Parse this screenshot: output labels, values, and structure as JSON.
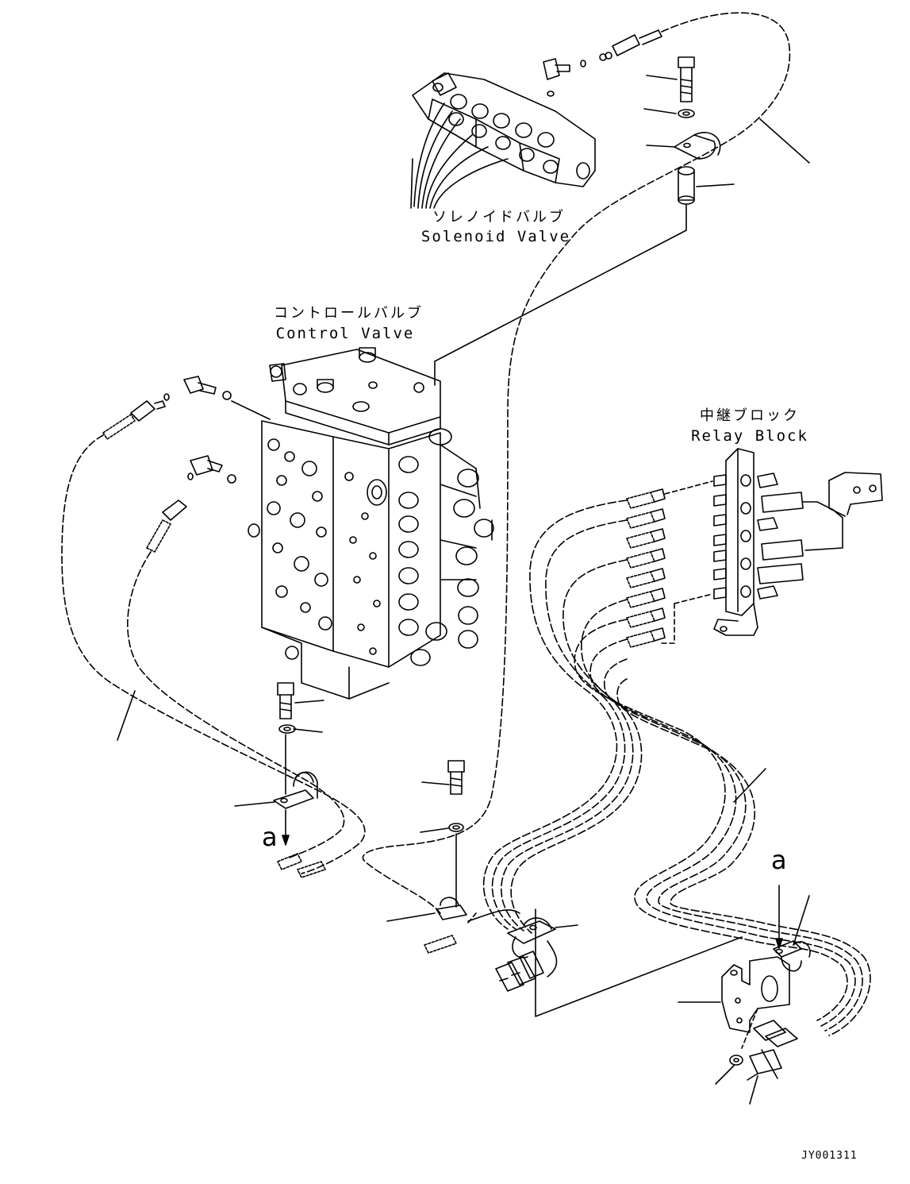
{
  "labels": {
    "solenoid_valve_jp": "ソレノイドバルブ",
    "solenoid_valve_en": "Solenoid Valve",
    "control_valve_jp": "コントロールバルブ",
    "control_valve_en": "Control Valve",
    "relay_block_jp": "中継ブロック",
    "relay_block_en": "Relay Block"
  },
  "callouts": {
    "a_left": "a",
    "a_right": "a"
  },
  "drawing_code": "JY001311"
}
